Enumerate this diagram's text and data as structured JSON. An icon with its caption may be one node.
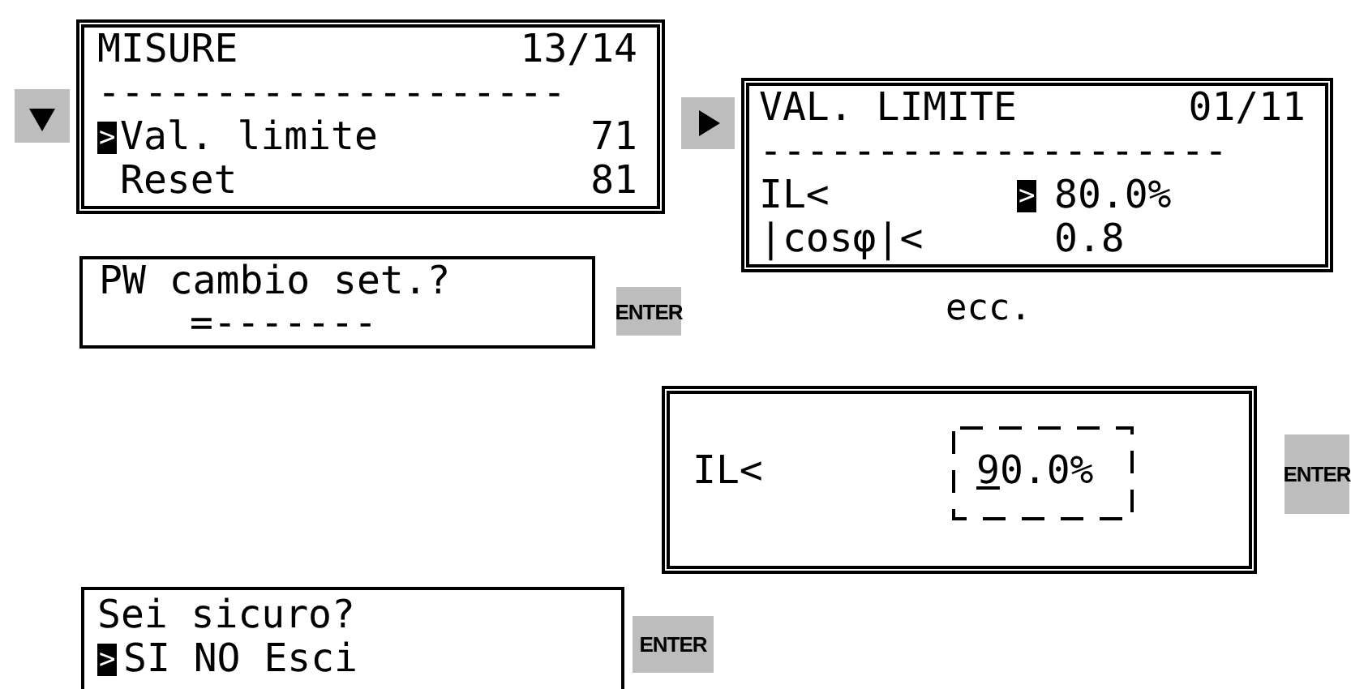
{
  "diagram": {
    "nodes": [
      {
        "text": [
          "MISURE",
          "13/14",
          "--------------------",
          ">",
          "Val. limite",
          "71",
          "Reset",
          "81"
        ]
      },
      {
        "text": [
          "VAL. LIMITE",
          "01/11",
          "--------------------",
          "IL<",
          ">",
          "80.0%",
          "|cosφ|<",
          "0.8"
        ]
      },
      {
        "text": [
          "PW cambio set.?",
          "=-------"
        ]
      },
      {
        "text": [
          "ENTER"
        ]
      },
      {
        "text": [
          "IL<",
          "90.0%"
        ]
      },
      {
        "text": [
          "ENTER"
        ]
      },
      {
        "text": [
          "Sei sicuro?",
          ">",
          "SI NO Esci"
        ]
      },
      {
        "text": [
          "ENTER"
        ]
      }
    ],
    "labels": [
      "ecc."
    ]
  }
}
